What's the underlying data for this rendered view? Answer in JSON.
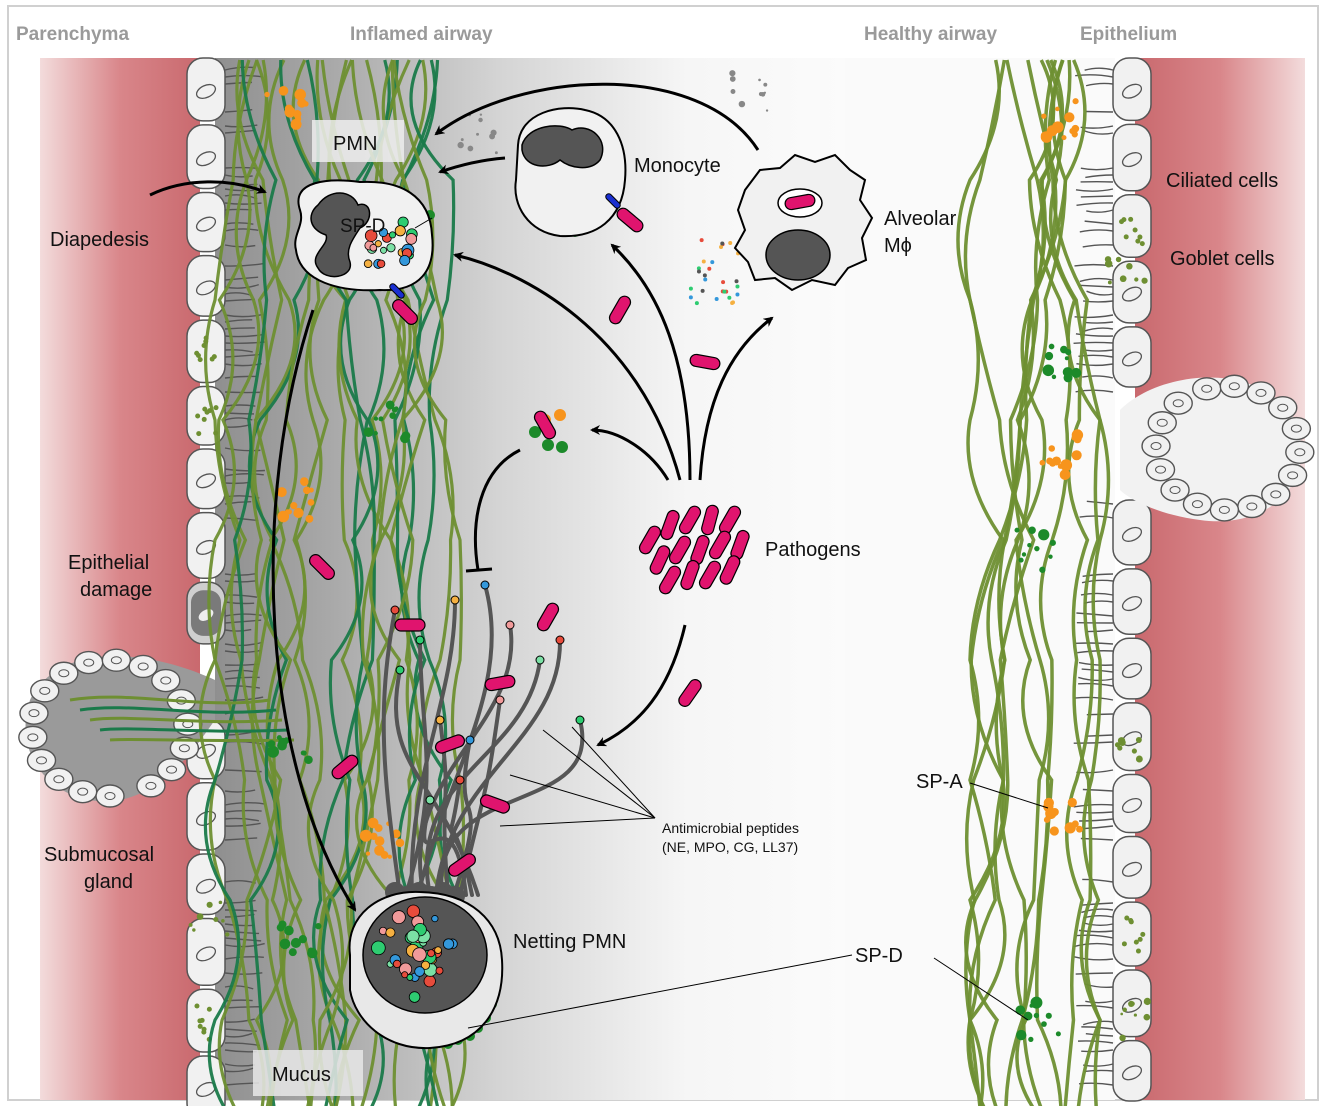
{
  "headers": {
    "parenchyma": "Parenchyma",
    "inflamed": "Inflamed airway",
    "healthy": "Healthy airway",
    "epithelium": "Epithelium"
  },
  "labels": {
    "pmn": "PMN",
    "monocyte": "Monocyte",
    "alveolar_line1": "Alveolar",
    "alveolar_line2": "Mϕ",
    "spd_top": "SP-D",
    "diapedesis": "Diapedesis",
    "epithelial_line1": "Epithelial",
    "epithelial_line2": "damage",
    "submucosal_line1": "Submucosal",
    "submucosal_line2": "gland",
    "pathogens": "Pathogens",
    "amp_line1": "Antimicrobial peptides",
    "amp_line2": "(NE, MPO, CG, LL37)",
    "netting_pmn": "Netting PMN",
    "mucus": "Mucus",
    "ciliated": "Ciliated cells",
    "goblet": "Goblet cells",
    "spa": "SP-A",
    "spd_bottom": "SP-D"
  },
  "colors": {
    "tissue": "#d9868a",
    "mucus_dark": "#8a8a8a",
    "fiber_light": "#6e8f32",
    "fiber_dark": "#1a7a4a",
    "pathogen": "#e0146e",
    "spd_dot": "#1c8a2a",
    "orange": "#f7941d",
    "net": "#5a5a5a",
    "cell_fill": "#f1f1f1",
    "arrow": "#000000",
    "header": "#9a9a9a"
  }
}
